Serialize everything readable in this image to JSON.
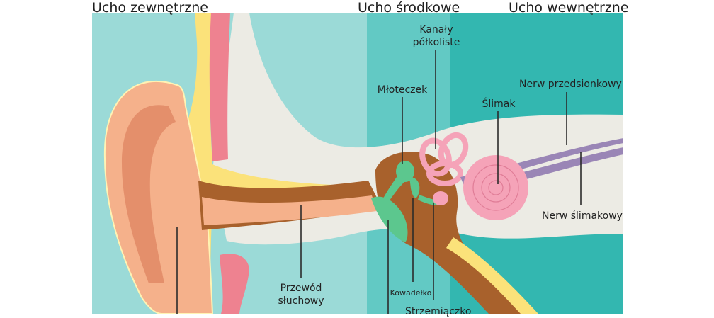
{
  "colors": {
    "outer_bg": "#9bdad7",
    "middle_bg": "#62c9c4",
    "inner_bg": "#33b7b0",
    "bone": "#ecebe4",
    "skin": "#f5b18b",
    "skin_dark": "#e48f6b",
    "cartilage": "#fbe27a",
    "cartilage_light": "#fff3b4",
    "canal_brown": "#a8612c",
    "flesh_pink": "#ee8290",
    "ossicle_green": "#5cc78e",
    "cochlea_pink": "#f5a3b8",
    "nerve_purple": "#9a86b6",
    "leader": "#2b2b2b"
  },
  "zones": {
    "outer": "Ucho zewnętrzne",
    "middle": "Ucho środkowe",
    "inner": "Ucho wewnętrzne"
  },
  "labels": {
    "canals_line1": "Kanały",
    "canals_line2": "półkoliste",
    "malleus": "Młoteczek",
    "cochlea": "Ślimak",
    "vestibular_nerve": "Nerw przedsionkowy",
    "cochlear_nerve": "Nerw ślimakowy",
    "canal_line1": "Przewód",
    "canal_line2": "słuchowy",
    "incus": "Kowadełko",
    "stapes": "Strzemiączko"
  }
}
